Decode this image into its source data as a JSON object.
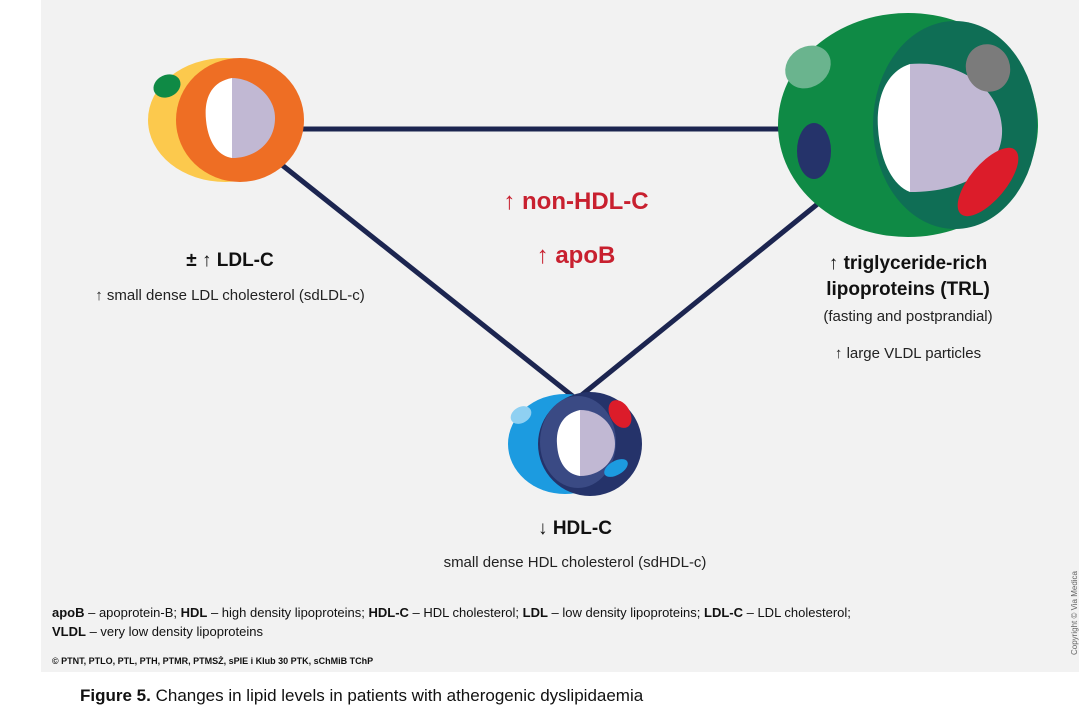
{
  "nodes": {
    "ldl": {
      "heading": "± ↑ LDL-C",
      "lines": [
        "↑ small dense LDL cholesterol (sdLDL-c)"
      ]
    },
    "trl": {
      "heading_lines": [
        "↑ triglyceride-rich",
        "lipoproteins (TRL)"
      ],
      "lines": [
        "(fasting and postprandial)",
        "↑ large VLDL particles"
      ]
    },
    "hdl": {
      "heading": "↓ HDL-C",
      "lines": [
        "small dense HDL cholesterol (sdHDL-c)"
      ]
    }
  },
  "center": {
    "line1": "↑ non-HDL-C",
    "line2": "↑ apoB"
  },
  "abbreviations": [
    [
      {
        "term": "apoB",
        "def": " – apoprotein-B; "
      },
      {
        "term": "HDL",
        "def": " – high density lipoproteins; "
      },
      {
        "term": "HDL-C",
        "def": " – HDL cholesterol; "
      },
      {
        "term": "LDL",
        "def": " – low density lipoproteins; "
      },
      {
        "term": "LDL-C",
        "def": " – LDL cholesterol;"
      }
    ],
    [
      {
        "term": "VLDL",
        "def": " – very low density lipoproteins"
      }
    ]
  ],
  "copyright": "© PTNT, PTLO, PTL, PTH, PTMR, PTMSŻ, sPIE i Klub 30 PTK, sChMiB TChP",
  "side_note": "Copyright © Via Medica",
  "caption": {
    "label": "Figure 5.",
    "text": " Changes in lipid levels in patients with atherogenic dyslipidaemia"
  },
  "colors": {
    "panel_bg": "#f2f2f2",
    "connector": "#1c2550",
    "accent_red": "#c8202f",
    "ldl_outer": "#fcc94d",
    "ldl_ring": "#ee6e24",
    "core": "#c1b8d3",
    "trl_outer": "#0f8a45",
    "trl_ring": "#0f6e55",
    "hdl_outer": "#1c9be0",
    "hdl_ring": "#25336a"
  }
}
